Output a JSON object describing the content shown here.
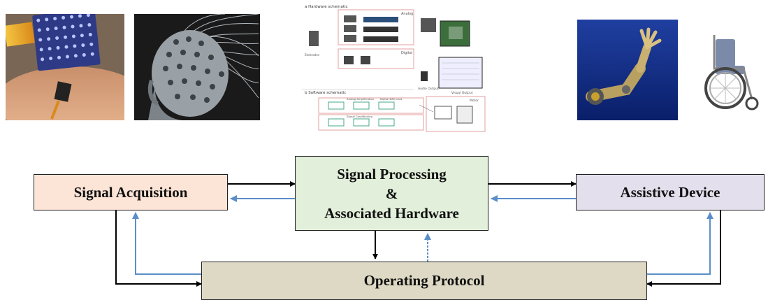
{
  "images": {
    "electrode_array": "microelectrode-array-photo",
    "eeg_cap": "eeg-cap-head-photo",
    "schematic": "hardware-software-schematic",
    "robotic_arm": "robotic-arm-photo",
    "wheelchair": "wheelchair-photo"
  },
  "schematic_text": {
    "section_a": "a  Hardware schematic",
    "section_b": "b  Software schematic",
    "analog": "Analog",
    "digital": "Digital",
    "audio_output": "Audio Output",
    "visual_output": "Visual Output",
    "motor": "Motor",
    "signal_conditioning": "Signal Conditioning",
    "analog_amplification": "Analog Amplification",
    "digital_daq": "Digital DAQ card",
    "electrodes": "Electrodes"
  },
  "boxes": {
    "acquisition": "Signal Acquisition",
    "processing_line1": "Signal Processing",
    "processing_line2": "&",
    "processing_line3": "Associated Hardware",
    "assistive": "Assistive Device",
    "protocol": "Operating Protocol"
  },
  "colors": {
    "acquisition_fill": "#fce4d6",
    "processing_fill": "#e2efda",
    "assistive_fill": "#e4dfec",
    "protocol_fill": "#ddd9c4",
    "black_arrow": "#000000",
    "blue_arrow": "#5b8ec9"
  }
}
